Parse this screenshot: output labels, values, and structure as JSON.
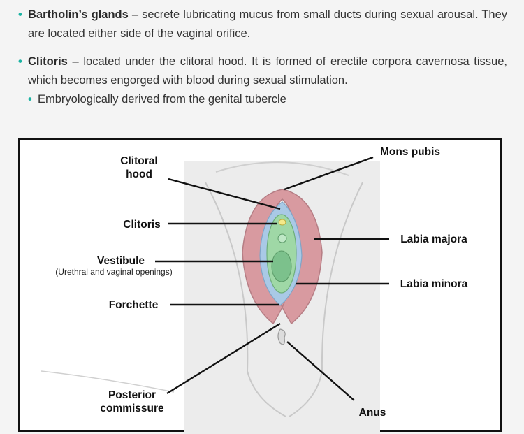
{
  "bullets": [
    {
      "term": "Bartholin’s glands",
      "text": " – secrete lubricating mucus from small ducts during sexual arousal. They are located either side of the vaginal orifice."
    },
    {
      "term": "Clitoris",
      "text": " – located under the clitoral hood. It is formed of erectile corpora cavernosa tissue, which becomes engorged with blood during sexual stimulation."
    }
  ],
  "sub_bullet": "Embryologically derived from the genital tubercle",
  "bullet_glyph": "•",
  "labels": {
    "clitoral_hood_1": "Clitoral",
    "clitoral_hood_2": "hood",
    "clitoris": "Clitoris",
    "vestibule": "Vestibule",
    "vestibule_sub": "(Urethral and vaginal openings)",
    "forchette": "Forchette",
    "posterior_1": "Posterior",
    "posterior_2": "commissure",
    "mons_pubis": "Mons pubis",
    "labia_majora": "Labia majora",
    "labia_minora": "Labia minora",
    "anus": "Anus"
  },
  "colors": {
    "accent": "#1bb3a3",
    "labia_majora": "#d89aa0",
    "labia_minora": "#a9c9e6",
    "vestibule": "#9fd8a6"
  }
}
